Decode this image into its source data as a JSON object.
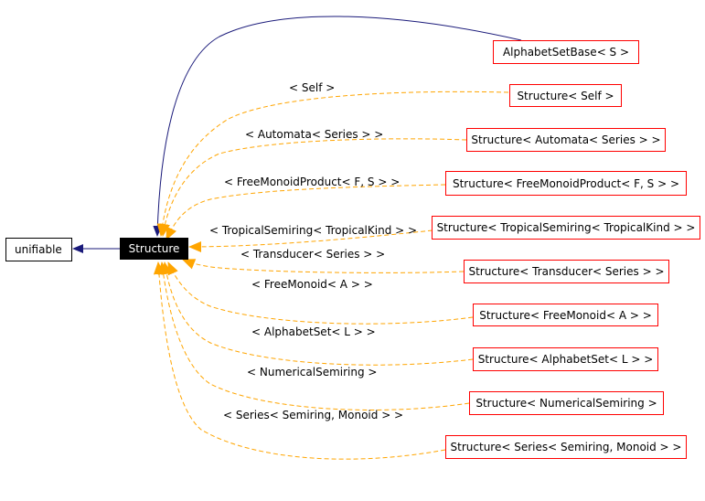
{
  "colors": {
    "inherit_edge": "#1a1a7a",
    "template_edge": "#ffa500",
    "template_node_border": "#ff0000",
    "root_fill": "#000000",
    "root_text": "#ffffff"
  },
  "nodes": {
    "unifiable": "unifiable",
    "structure": "Structure",
    "alphabet_set_base": "AlphabetSetBase< S >",
    "structure_self": "Structure< Self >",
    "structure_automata": "Structure< Automata< Series > >",
    "structure_free_monoid_product": "Structure< FreeMonoidProduct< F, S > >",
    "structure_tropical_semiring": "Structure< TropicalSemiring< TropicalKind > >",
    "structure_transducer": "Structure< Transducer< Series > >",
    "structure_free_monoid": "Structure< FreeMonoid< A > >",
    "structure_alphabet_set": "Structure< AlphabetSet< L > >",
    "structure_numerical_semiring": "Structure< NumericalSemiring >",
    "structure_series": "Structure< Series< Semiring, Monoid > >"
  },
  "edge_labels": {
    "self": "< Self >",
    "automata": "< Automata< Series > >",
    "free_monoid_product": "< FreeMonoidProduct< F, S > >",
    "tropical_semiring": "< TropicalSemiring< TropicalKind > >",
    "transducer": "< Transducer< Series > >",
    "free_monoid": "< FreeMonoid< A > >",
    "alphabet_set": "< AlphabetSet< L > >",
    "numerical_semiring": "< NumericalSemiring >",
    "series": "< Series< Semiring, Monoid > >"
  }
}
